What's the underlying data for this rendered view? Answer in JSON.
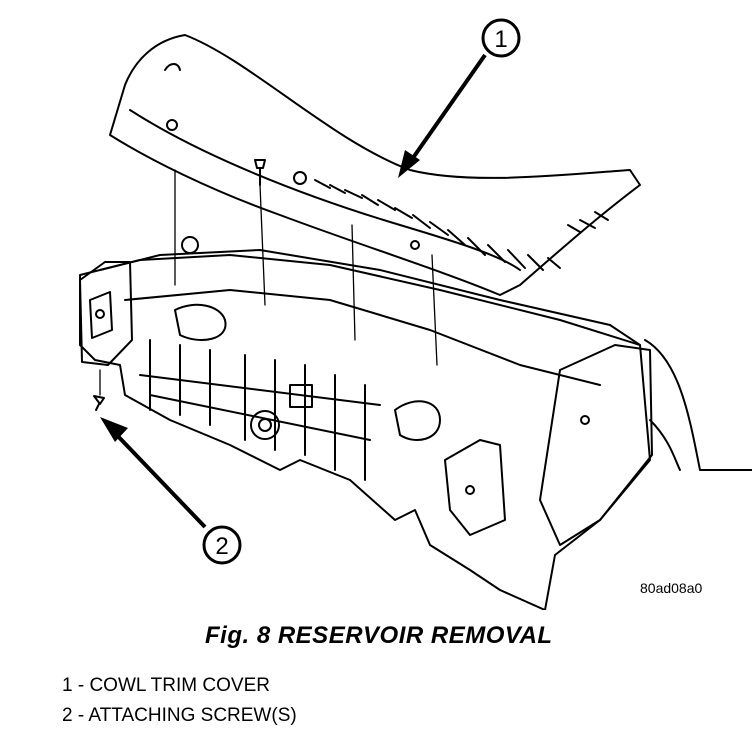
{
  "figure": {
    "image_code": "80ad08a0",
    "caption": "Fig. 8 RESERVOIR REMOVAL",
    "callouts": [
      {
        "number": "1"
      },
      {
        "number": "2"
      }
    ]
  },
  "legend": [
    {
      "text": "1 - COWL TRIM COVER"
    },
    {
      "text": "2 - ATTACHING SCREW(S)"
    }
  ]
}
